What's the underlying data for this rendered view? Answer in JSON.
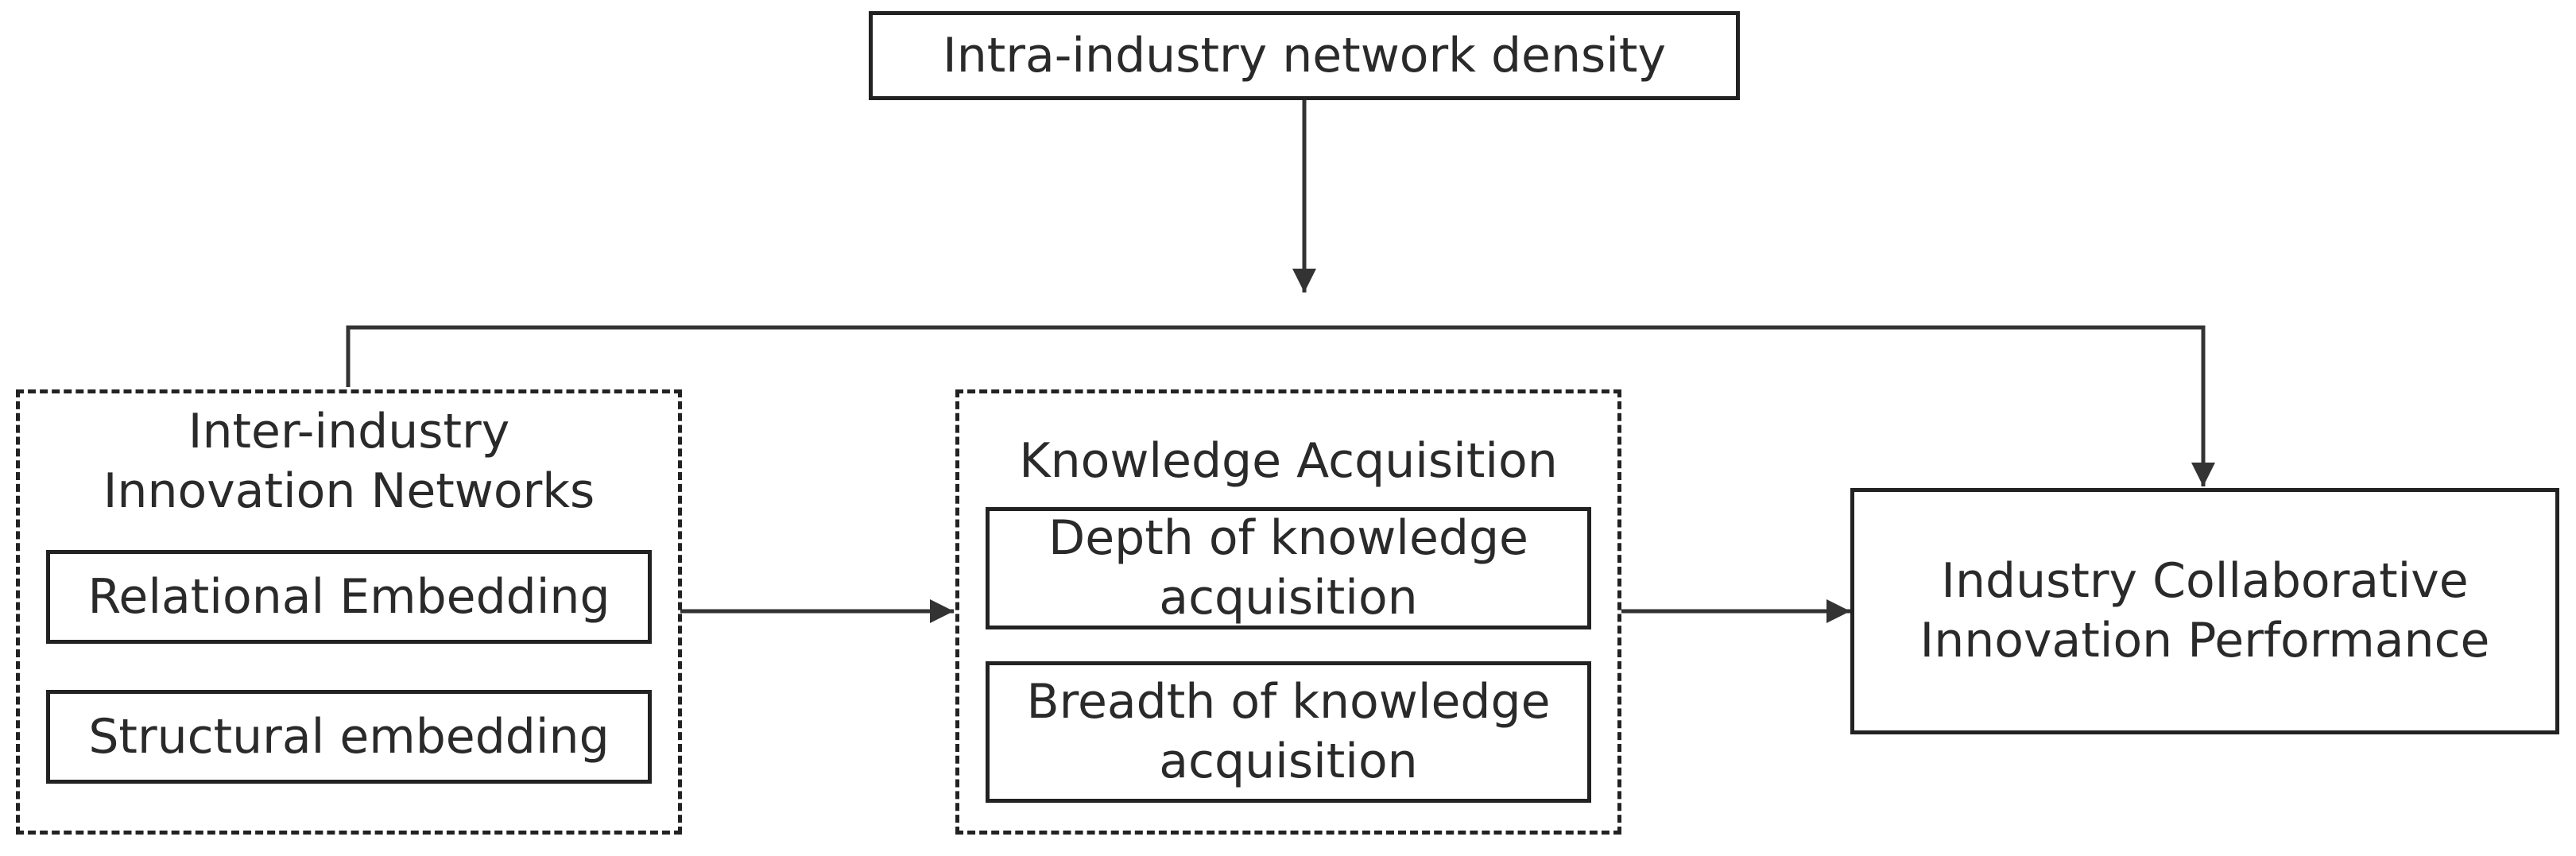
{
  "top_box": {
    "text": "Intra-industry network density"
  },
  "group_left": {
    "title_line1": "Inter-industry",
    "title_line2": "Innovation Networks",
    "items": [
      "Relational Embedding",
      "Structural embedding"
    ]
  },
  "group_middle": {
    "title": "Knowledge Acquisition",
    "items": [
      {
        "line1": "Depth of knowledge",
        "line2": "acquisition"
      },
      {
        "line1": "Breadth of knowledge",
        "line2": "acquisition"
      }
    ]
  },
  "outcome_box": {
    "line1": "Industry Collaborative",
    "line2": "Innovation Performance"
  }
}
